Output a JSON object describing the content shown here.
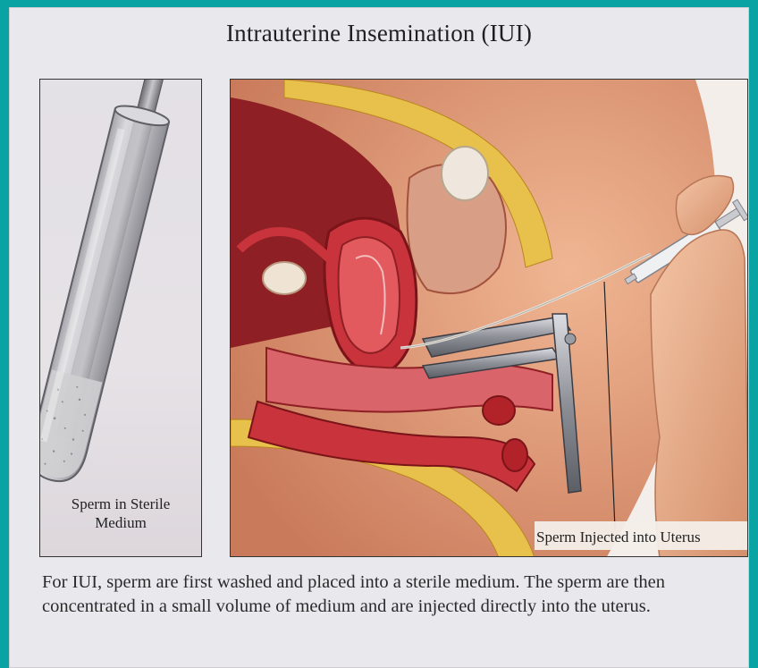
{
  "title": "Intrauterine Insemination (IUI)",
  "left_panel": {
    "label_line1": "Sperm in Sterile",
    "label_line2": "Medium"
  },
  "right_panel": {
    "label": "Sperm Injected into Uterus"
  },
  "caption": "For IUI, sperm are first washed and placed into a sterile medium.  The sperm are then concentrated in a small volume of medium and are injected directly into the uterus.",
  "colors": {
    "border": "#0aa3a3",
    "background": "#e9e8ec",
    "tissue_red": "#c9333b",
    "fat_yellow": "#e8c14d",
    "skin": "#e8a27d"
  }
}
